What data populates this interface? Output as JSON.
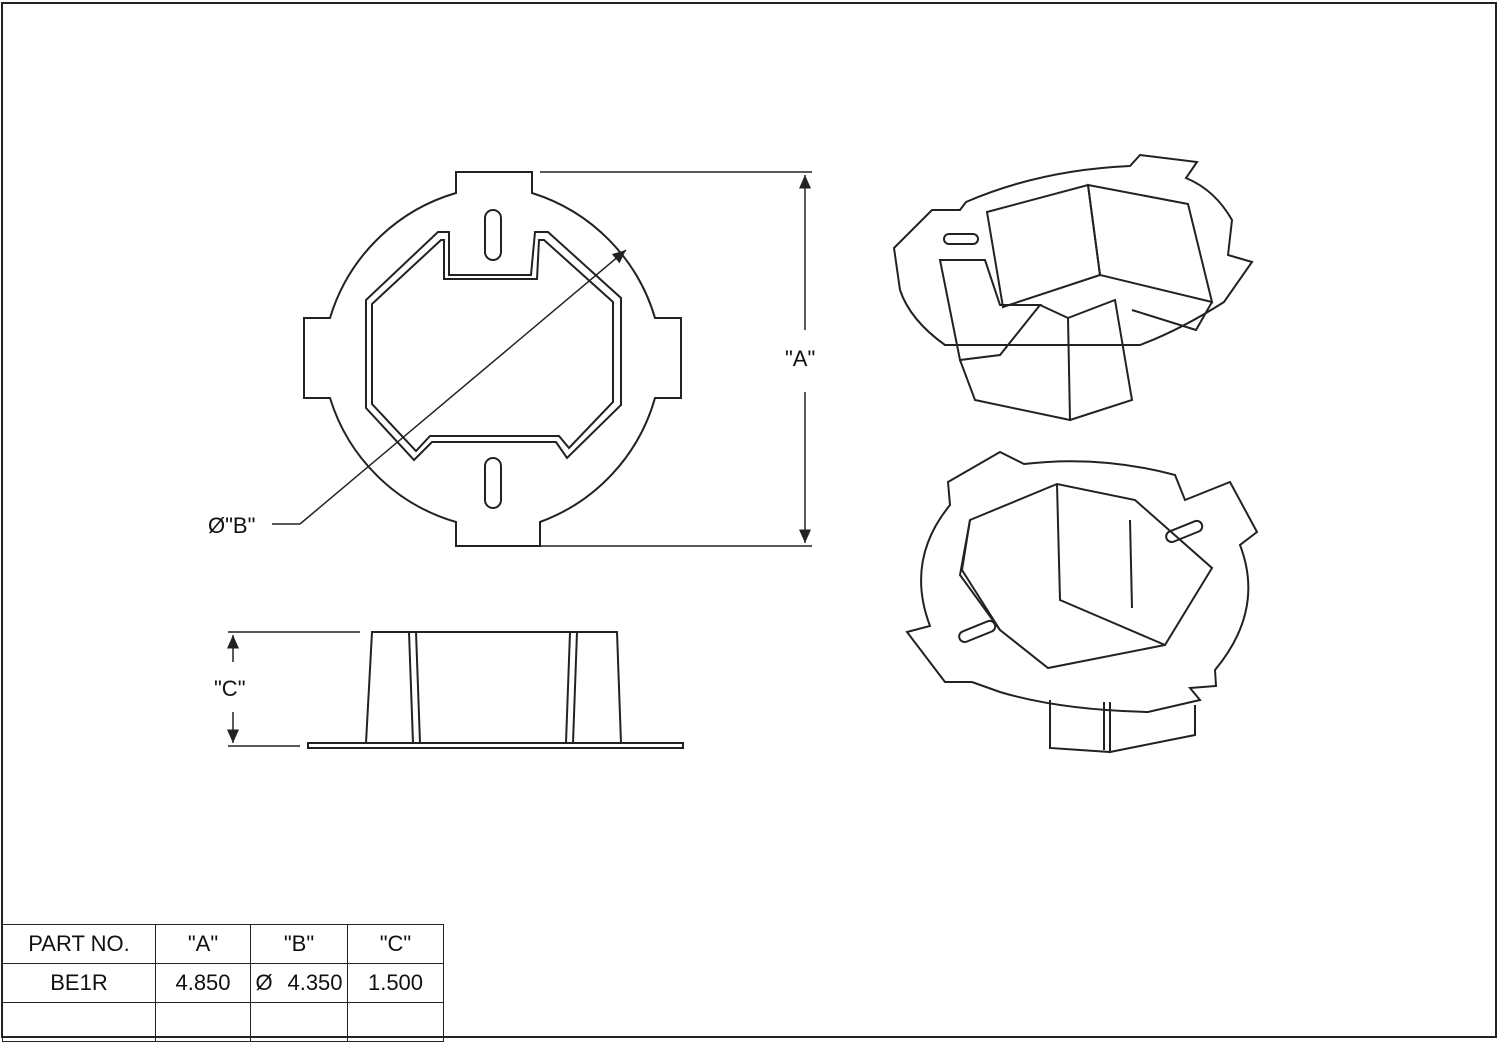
{
  "dimensions": {
    "a_label": "\"A\"",
    "b_label": "Ø\"B\"",
    "c_label": "\"C\""
  },
  "table": {
    "headers": [
      "PART NO.",
      "\"A\"",
      "\"B\"",
      "\"C\""
    ],
    "rows": [
      {
        "part_no": "BE1R",
        "a": "4.850",
        "b_symbol": "Ø",
        "b": "4.350",
        "c": "1.500"
      },
      {
        "part_no": "",
        "a": "",
        "b_symbol": "",
        "b": "",
        "c": ""
      }
    ]
  }
}
